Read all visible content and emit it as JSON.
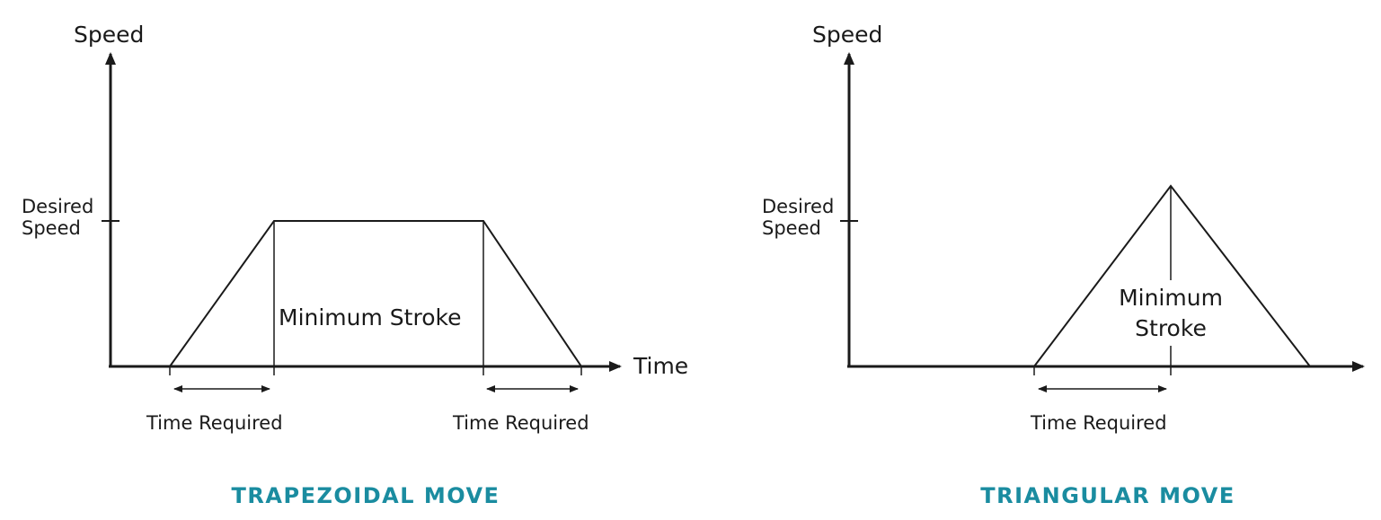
{
  "trapezoidal": {
    "y_axis_label": "Speed",
    "x_axis_label": "Time",
    "desired_speed_line1": "Desired",
    "desired_speed_line2": "Speed",
    "region_label": "Minimum Stroke",
    "time_required_left": "Time Required",
    "time_required_right": "Time Required",
    "caption": "TRAPEZOIDAL MOVE"
  },
  "triangular": {
    "y_axis_label": "Speed",
    "desired_speed_line1": "Desired",
    "desired_speed_line2": "Speed",
    "region_label_line1": "Minimum",
    "region_label_line2": "Stroke",
    "time_required": "Time Required",
    "caption": "TRIANGULAR MOVE"
  },
  "colors": {
    "line": "#1a1a1a",
    "caption": "#1a8ca0"
  }
}
